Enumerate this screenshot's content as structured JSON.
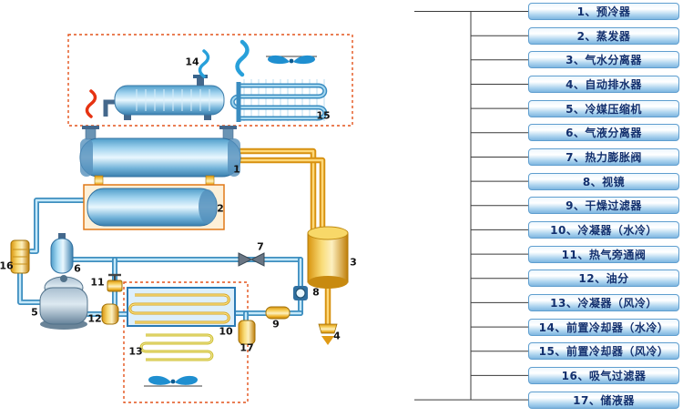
{
  "legend": {
    "items": [
      "1、预冷器",
      "2、蒸发器",
      "3、气水分离器",
      "4、自动排水器",
      "5、冷媒压缩机",
      "6、气液分离器",
      "7、热力膨胀阀",
      "8、视镜",
      "9、干燥过滤器",
      "10、冷凝器（水冷）",
      "11、热气旁通阀",
      "12、油分",
      "13、冷凝器（风冷）",
      "14、前置冷却器（水冷）",
      "15、前置冷却器（风冷）",
      "16、吸气过滤器",
      "17、储液器"
    ]
  },
  "diagram": {
    "labels": {
      "n1": "1",
      "n2": "2",
      "n3": "3",
      "n4": "4",
      "n5": "5",
      "n6": "6",
      "n7": "7",
      "n8": "8",
      "n9": "9",
      "n10": "10",
      "n11": "11",
      "n12": "12",
      "n13": "13",
      "n14": "14",
      "n15": "15",
      "n16": "16",
      "n17": "17"
    }
  },
  "colors": {
    "pipe_air": "#d79110",
    "pipe_refrigerant": "#3f8fc0",
    "dashed_box": "#e4531b",
    "legend_bar": "#a9d2ee",
    "legend_text": "#13306e"
  }
}
